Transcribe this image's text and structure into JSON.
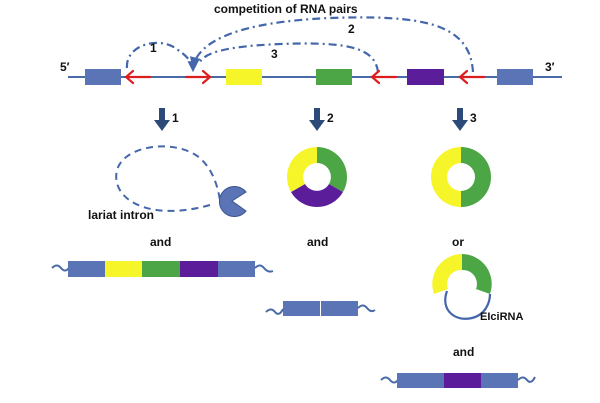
{
  "title": "competition of RNA pairs",
  "end_labels": {
    "five_prime": "5′",
    "three_prime": "3′"
  },
  "pair_labels": {
    "p1": "1",
    "p2": "2",
    "p3": "3"
  },
  "step_labels": {
    "s1": "1",
    "s2": "2",
    "s3": "3"
  },
  "products": {
    "lariat": "lariat intron",
    "eicirna": "EIciRNA",
    "col1_and": "and",
    "col2_and": "and",
    "col3_or": "or",
    "col3_and": "and"
  },
  "colors": {
    "blue_exon": "#5a74b5",
    "yellow_exon": "#f5f52a",
    "green_exon": "#4ca646",
    "purple_exon": "#5c1d9a",
    "arrow_red": "#dd1e1e",
    "dash_blue": "#4466aa",
    "down_arrow": "#2b4a78",
    "line_blue": "#4a6aa8"
  }
}
